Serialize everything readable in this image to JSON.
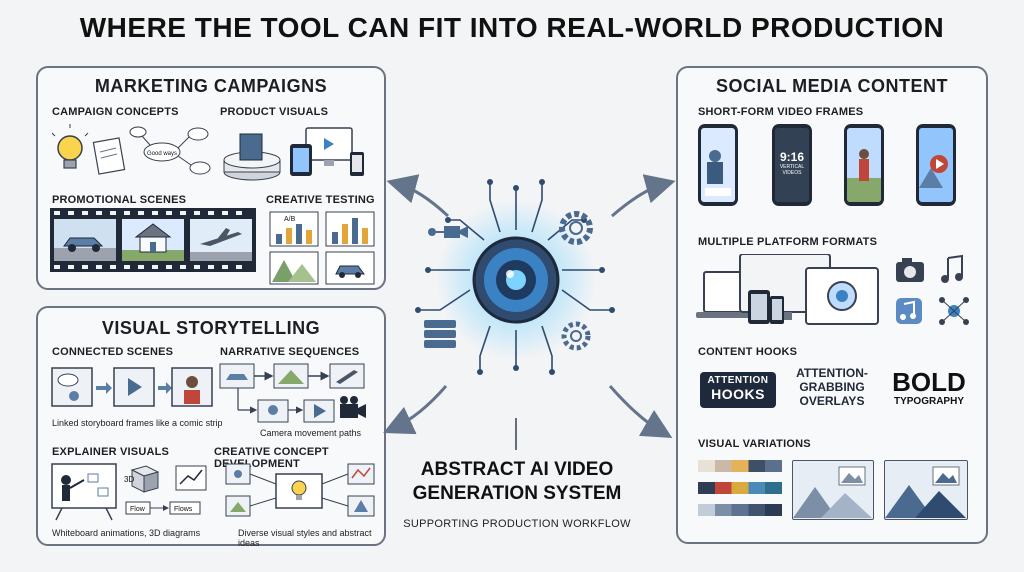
{
  "title": "WHERE THE TOOL CAN FIT INTO REAL-WORLD PRODUCTION",
  "marketing": {
    "title": "MARKETING CAMPAIGNS",
    "campaign_concepts": "CAMPAIGN CONCEPTS",
    "product_visuals": "PRODUCT VISUALS",
    "promotional_scenes": "PROMOTIONAL SCENES",
    "creative_testing": "CREATIVE TESTING",
    "ab": "A/B",
    "bubble": "Good ways"
  },
  "storytelling": {
    "title": "VISUAL STORYTELLING",
    "connected_scenes": "CONNECTED SCENES",
    "connected_caption": "Linked storyboard frames like a comic strip",
    "narrative_sequences": "NARRATIVE SEQUENCES",
    "narrative_caption": "Camera movement paths",
    "explainer_visuals": "EXPLAINER VISUALS",
    "explainer_caption": "Whiteboard animations, 3D diagrams",
    "explainer_3d": "3D",
    "explainer_flow": "Flow",
    "explainer_flows": "Flows",
    "creative_concept": "CREATIVE CONCEPT DEVELOPMENT",
    "creative_caption": "Diverse visual styles and abstract ideas"
  },
  "social": {
    "title": "SOCIAL MEDIA CONTENT",
    "short_form": "SHORT-FORM VIDEO FRAMES",
    "ratio": "9:16",
    "ratio_sub1": "VERTICAL",
    "ratio_sub2": "VIDEOS",
    "multiple_platform": "MULTIPLE PLATFORM FORMATS",
    "content_hooks": "CONTENT HOOKS",
    "hook_attention": "ATTENTION",
    "hook_hooks": "HOOKS",
    "hook_grab1": "ATTENTION-",
    "hook_grab2": "GRABBING",
    "hook_grab3": "OVERLAYS",
    "hook_bold": "BOLD",
    "hook_typo": "TYPOGRAPHY",
    "visual_variations": "VISUAL VARIATIONS"
  },
  "center": {
    "line1": "ABSTRACT AI VIDEO",
    "line2": "GENERATION SYSTEM",
    "subtitle": "SUPPORTING PRODUCTION WORKFLOW"
  },
  "colors": {
    "accent_blue": "#3b82c4",
    "glow": "#7dd3fc",
    "panel_border": "#6b7280",
    "swatch_row1": [
      "#e8e2d6",
      "#c9b9a6",
      "#e3b25a",
      "#3f4f66",
      "#5b6f8e"
    ],
    "swatch_row2": [
      "#2f3e55",
      "#c0463a",
      "#d9a93f",
      "#4b8ab8",
      "#2e6f8c"
    ],
    "swatch_row3": [
      "#c2ccd8",
      "#7d8fa6",
      "#5d7391",
      "#40546f",
      "#2b3b52"
    ]
  }
}
